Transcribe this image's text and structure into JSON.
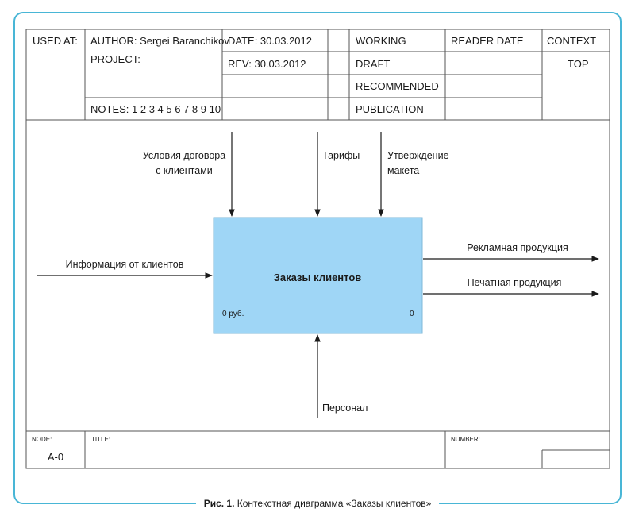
{
  "header": {
    "used_at": "USED AT:",
    "author": "AUTHOR: Sergei Baranchikov",
    "project": "PROJECT:",
    "notes": "NOTES: 1 2 3 4 5 6 7 8 9 10",
    "date": "DATE: 30.03.2012",
    "rev": "REV: 30.03.2012",
    "status": [
      "WORKING",
      "DRAFT",
      "RECOMMENDED",
      "PUBLICATION"
    ],
    "reader_date": "READER DATE",
    "context": "CONTEXT",
    "context_value": "TOP"
  },
  "diagram": {
    "box_title": "Заказы клиентов",
    "box_cost": "0 руб.",
    "box_number": "0",
    "controls": {
      "contract": [
        "Условия договора",
        "с клиентами"
      ],
      "tariffs": "Тарифы",
      "approval": [
        "Утверждение",
        "макета"
      ]
    },
    "input": "Информация от клиентов",
    "outputs": [
      "Рекламная продукция",
      "Печатная продукция"
    ],
    "mechanism": "Персонал"
  },
  "footer": {
    "node_label": "NODE:",
    "node_value": "A-0",
    "title_label": "TITLE:",
    "number_label": "NUMBER:"
  },
  "caption": {
    "prefix": "Рис. 1.",
    "text": "Контекстная диаграмма «Заказы клиентов»"
  },
  "colors": {
    "frame": "#49b6d6",
    "box_fill": "#9fd6f6"
  }
}
